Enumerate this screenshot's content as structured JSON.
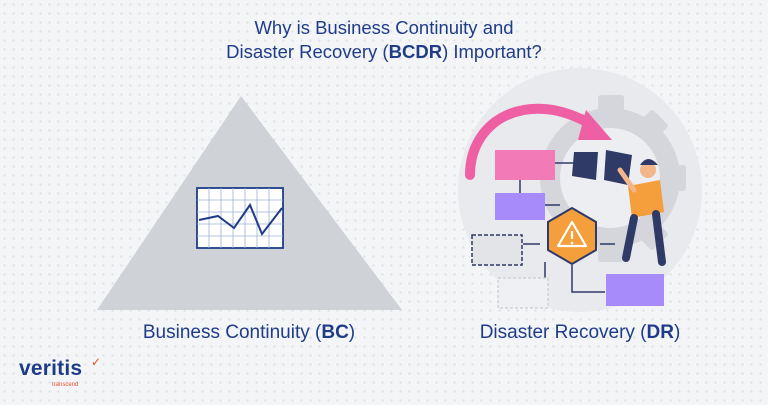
{
  "header": {
    "title_line1": "Why is Business Continuity and",
    "title_line2_pre": "Disaster Recovery (",
    "title_line2_bold": "BCDR",
    "title_line2_post": ") Important?"
  },
  "bc": {
    "pre": "Business Continuity (",
    "bold": "BC",
    "post": ")"
  },
  "dr": {
    "pre": "Disaster Recovery (",
    "bold": "DR",
    "post": ")"
  },
  "logo": {
    "name": "veritis",
    "tagline": "transcend"
  },
  "colors": {
    "brand_blue": "#1f3c88",
    "accent_orange": "#e8542b",
    "pink_box": "#f27ab6",
    "purple_box": "#a78bfa",
    "warning_hex": "#f59e3c",
    "navy_doc": "#2f3a66",
    "gear_gray": "#d7d9de"
  },
  "icons": [
    "line-chart-icon",
    "warning-icon",
    "gear-icon",
    "circular-arrow-icon",
    "document-icon"
  ]
}
